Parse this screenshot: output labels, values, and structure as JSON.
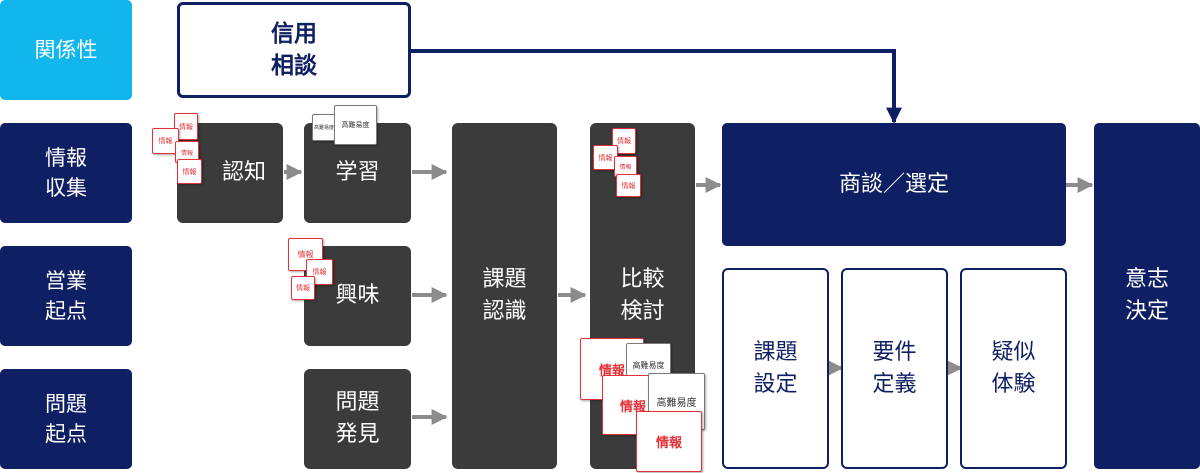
{
  "row_labels": {
    "relationship": "関係性",
    "info_collection": "情報\n収集",
    "sales_origin": "営業\n起点",
    "problem_origin": "問題\n起点"
  },
  "trust_consult": "信用\n相談",
  "stages": {
    "awareness": "認知",
    "learning": "学習",
    "interest": "興味",
    "problem_discovery": "問題\n発見",
    "issue_recognition": "課題\n認識",
    "comparison": "比較\n検討",
    "negotiation": "商談／選定",
    "issue_setting": "課題\n設定",
    "requirements": "要件\n定義",
    "trial": "疑似\n体験",
    "decision": "意志\n決定"
  },
  "tags": {
    "info": "情報",
    "high_difficulty": "高難易度"
  },
  "colors": {
    "navy": "#0f1f63",
    "cyan": "#10b6ec",
    "dark_gray": "#3b3b3b",
    "arrow_gray": "#8c8c8c",
    "tag_red": "#e3323a"
  }
}
